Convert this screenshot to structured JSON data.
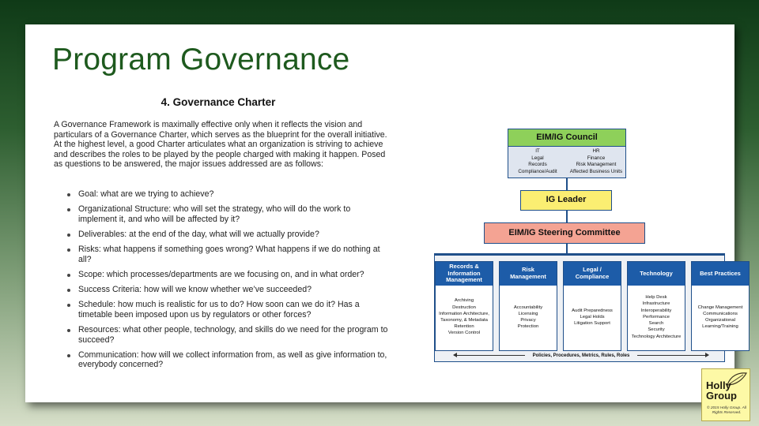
{
  "slide": {
    "title": "Program Governance",
    "section_heading": "4. Governance Charter",
    "intro": "A Governance Framework is maximally effective only when it reflects the vision and particulars of a Governance Charter, which serves as the blueprint for the overall initiative. At the highest level, a good Charter articulates what an organization is striving to achieve and describes the roles to be played by the people charged with making it happen. Posed as questions to be answered, the major issues addressed are as follows:",
    "bullets": [
      "Goal: what are we trying to achieve?",
      "Organizational Structure: who will set the strategy, who will do the work to implement it, and who will be affected by it?",
      "Deliverables: at the end of the day, what will we actually provide?",
      "Risks: what happens if something goes wrong? What happens if we do nothing at all?",
      "Scope: which processes/departments are we focusing on, and in what order?",
      "Success Criteria: how will we know whether we’ve succeeded?",
      "Schedule: how much is realistic for us to do? How soon can we do it? Has a timetable been imposed upon us by regulators or other forces?",
      "Resources: what other people, technology, and skills do we need for the program to succeed?",
      "Communication: how will we collect information from, as well as give information to, everybody concerned?"
    ]
  },
  "org_chart": {
    "council": {
      "title": "EIM/IG Council",
      "left_members": [
        "IT",
        "Legal",
        "Records",
        "Compliance/Audit"
      ],
      "right_members": [
        "HR",
        "Finance",
        "Risk Management",
        "Affected Business Units"
      ],
      "color": "#8ed05a"
    },
    "leader": {
      "title": "IG Leader",
      "color": "#fbee72"
    },
    "steering": {
      "title": "EIM/IG Steering Committee",
      "color": "#f4a393"
    },
    "functions": [
      {
        "title": "Records &\nInformation\nManagement",
        "items": [
          "Archiving",
          "Destruction",
          "Information Architecture, Taxonomy, & Metadata",
          "Retention",
          "Version Control"
        ]
      },
      {
        "title": "Risk\nManagement",
        "items": [
          "Accountability",
          "Licensing",
          "Privacy",
          "Protection"
        ]
      },
      {
        "title": "Legal /\nCompliance",
        "items": [
          "Audit Preparedness",
          "Legal Holds",
          "Litigation Support"
        ]
      },
      {
        "title": "Technology",
        "items": [
          "Help Desk",
          "Infrastructure",
          "Interoperability",
          "Performance",
          "Search",
          "Security",
          "Technology Architecture"
        ]
      },
      {
        "title": "Best Practices",
        "items": [
          "Change Management",
          "Communications",
          "Organizational Learning/Training"
        ]
      }
    ],
    "function_header_color": "#1d5ca8",
    "policies_label": "Policies, Procedures, Metrics, Rules, Roles"
  },
  "logo": {
    "name": "Holly Group",
    "copyright": "© 2015 Holly Group. All Rights Reserved."
  }
}
